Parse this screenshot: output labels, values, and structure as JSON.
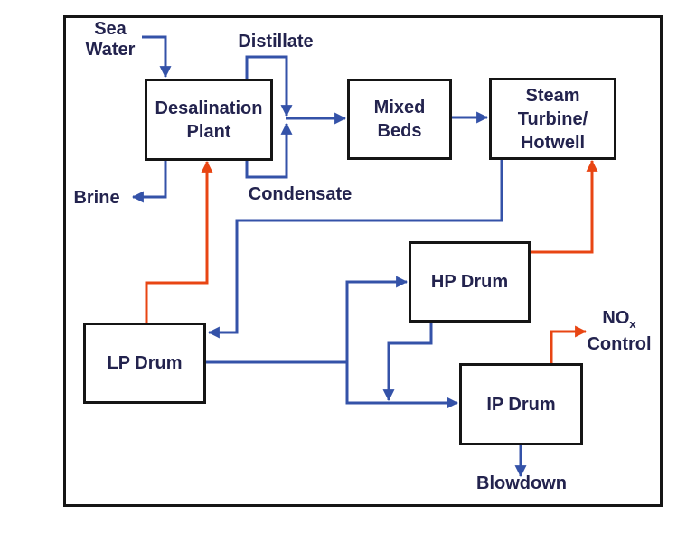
{
  "diagram": {
    "title_hint": "Desalination / HRSG water-steam flow diagram",
    "boxes": {
      "desalination": {
        "line1": "Desalination",
        "line2": "Plant"
      },
      "mixed_beds": {
        "line1": "Mixed",
        "line2": "Beds"
      },
      "steam_turbine": {
        "line1": "Steam",
        "line2": "Turbine/",
        "line3": "Hotwell"
      },
      "hp_drum": {
        "label": "HP Drum"
      },
      "lp_drum": {
        "label": "LP Drum"
      },
      "ip_drum": {
        "label": "IP Drum"
      }
    },
    "labels": {
      "sea_water": {
        "line1": "Sea",
        "line2": "Water"
      },
      "distillate": "Distillate",
      "condensate": "Condensate",
      "brine": "Brine",
      "nox": {
        "base": "NO",
        "sub": "x",
        "line2": "Control"
      },
      "blowdown": "Blowdown"
    },
    "colors": {
      "water_flow": "#3452a8",
      "steam_flow": "#e84513",
      "box_border": "#151515",
      "text": "#23234e"
    }
  }
}
